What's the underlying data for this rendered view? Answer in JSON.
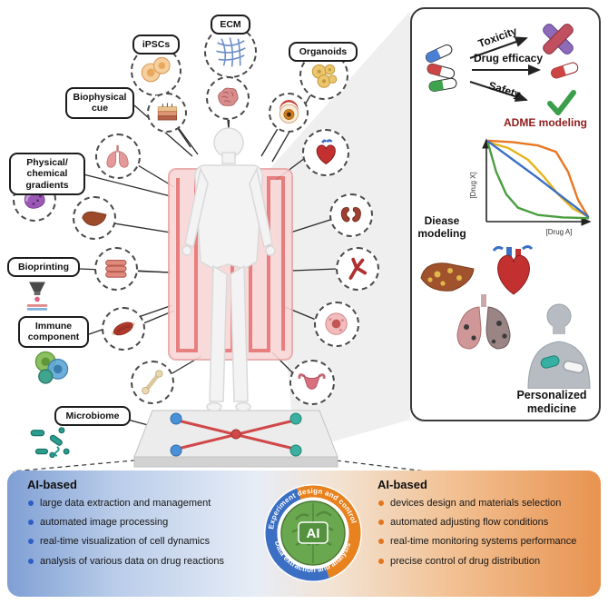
{
  "body_map": {
    "labels": {
      "ipscs": "iPSCs",
      "ecm": "ECM",
      "organoids": "Organoids",
      "biophysical_cue": "Biophysical cue",
      "gradients": "Physical/ chemical gradients",
      "bioprinting": "Bioprinting",
      "immune": "Immune component",
      "microbiome": "Microbiome"
    }
  },
  "applications_panel": {
    "toxicity_label": "Toxicity",
    "drug_efficacy_label": "Drug efficacy",
    "safety_label": "Safety",
    "adme_title": "ADME modeling",
    "disease_title": "Diease modeling",
    "personalized_label": "Personalized medicine",
    "x_axis": "[Drug A]",
    "y_axis": "[Drug X]"
  },
  "chart_data": {
    "type": "line",
    "title": "ADME modeling",
    "xlabel": "[Drug A]",
    "ylabel": "[Drug X]",
    "axes": "unlabeled normalized concentration axes with arrowheads",
    "series": [
      {
        "name": "orange-curve",
        "color": "#e87722",
        "points": [
          [
            0,
            0.99
          ],
          [
            0.25,
            0.97
          ],
          [
            0.5,
            0.93
          ],
          [
            0.68,
            0.85
          ],
          [
            0.8,
            0.6
          ],
          [
            0.9,
            0.25
          ],
          [
            1,
            0.04
          ]
        ]
      },
      {
        "name": "yellow-curve",
        "color": "#e6b51c",
        "points": [
          [
            0,
            0.97
          ],
          [
            0.2,
            0.9
          ],
          [
            0.4,
            0.75
          ],
          [
            0.55,
            0.55
          ],
          [
            0.7,
            0.32
          ],
          [
            0.85,
            0.14
          ],
          [
            1,
            0.04
          ]
        ]
      },
      {
        "name": "blue-curve",
        "color": "#3a6fc4",
        "points": [
          [
            0,
            0.98
          ],
          [
            0.25,
            0.75
          ],
          [
            0.5,
            0.52
          ],
          [
            0.75,
            0.28
          ],
          [
            1,
            0.04
          ]
        ]
      },
      {
        "name": "green-curve",
        "color": "#4a9e3f",
        "points": [
          [
            0,
            0.95
          ],
          [
            0.08,
            0.6
          ],
          [
            0.18,
            0.32
          ],
          [
            0.3,
            0.15
          ],
          [
            0.5,
            0.06
          ],
          [
            0.75,
            0.03
          ],
          [
            1,
            0.02
          ]
        ]
      }
    ]
  },
  "ai_hub": {
    "center_label": "AI",
    "ring_top_text": "Experiment design and control",
    "ring_bottom_text": "Data extraction and analysis"
  },
  "bottom": {
    "left": {
      "title": "AI-based",
      "items": [
        "large data extraction and management",
        "automated image processing",
        "real-time visualization of cell dynamics",
        "analysis of various data on drug reactions"
      ]
    },
    "right": {
      "title": "AI-based",
      "items": [
        "devices design and materials selection",
        "automated adjusting flow conditions",
        "real-time monitoring systems performance",
        "precise control of drug distribution"
      ]
    }
  },
  "icon_names": [
    "ipsc-cells-icon",
    "ecm-fibers-icon",
    "organoids-icon",
    "skin-icon",
    "brain-icon",
    "eye-icon",
    "lungs-icon",
    "heart-icon",
    "liver-icon",
    "kidney-icon",
    "intestine-icon",
    "blood-vessel-icon",
    "muscle-icon",
    "cell-icon",
    "bone-icon",
    "uterus-icon",
    "gradient-blob-icon",
    "bioprinter-icon",
    "immune-cells-icon",
    "microbiome-icon",
    "pills-icon",
    "toxicity-cross-icon",
    "drug-capsule-icon",
    "safety-check-icon",
    "diseased-liver-icon",
    "diseased-heart-icon",
    "diseased-lungs-icon",
    "patient-icon",
    "ai-brain-icon",
    "organ-chip-icon",
    "human-body-icon"
  ],
  "colors": {
    "blue_accent": "#3a6fc4",
    "orange_accent": "#e8821e",
    "green_ai": "#6aa84f",
    "bullet_blue": "#2f5fc4",
    "bullet_orange": "#e2751d",
    "adme_title_color": "#8f1d1d",
    "panel_gradient_left": "#7f9fd4",
    "panel_gradient_right": "#e89350"
  }
}
